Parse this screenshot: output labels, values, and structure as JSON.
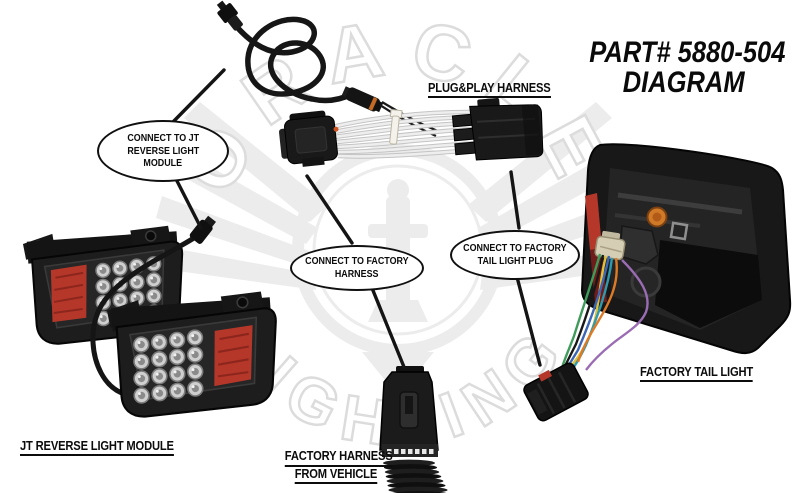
{
  "title": {
    "part_line": "PART# 5880-504",
    "diagram_line": "DIAGRAM"
  },
  "component_labels": {
    "plug_play_harness": "PLUG&PLAY HARNESS",
    "jt_reverse_light_module": "JT REVERSE LIGHT MODULE",
    "factory_harness_line1": "FACTORY HARNESS",
    "factory_harness_line2": "FROM VEHICLE",
    "factory_tail_light": "FACTORY TAIL LIGHT"
  },
  "callouts": {
    "jt_module": {
      "line1": "CONNECT TO JT",
      "line2": "REVERSE LIGHT",
      "line3": "MODULE"
    },
    "factory_harness": {
      "line1": "CONNECT TO FACTORY",
      "line2": "HARNESS"
    },
    "tail_light_plug": {
      "line1": "CONNECT TO FACTORY",
      "line2": "TAIL LIGHT PLUG"
    }
  },
  "watermark": {
    "arc_top": "ORACLE",
    "arc_bottom": "LIGHTING"
  },
  "colors": {
    "text": "#0c0c0c",
    "watermark_gray": "#dcdcdc",
    "watermark_fill": "#ececec",
    "reflector_red": "#b5372a",
    "reflector_red_dark": "#6e1d1a",
    "bulb_orange": "#d07a28",
    "orange_ring": "#c56a25",
    "beige_connector": "#d5cdb4",
    "harness_wire_white": "#eeeeee",
    "wire_yellow": "#e0c23a",
    "wire_teal": "#2e9aae",
    "wire_green": "#3f9b5a",
    "wire_orange": "#dd7a26",
    "wire_purple": "#9a6cb4",
    "wire_blue": "#3c66b4"
  }
}
